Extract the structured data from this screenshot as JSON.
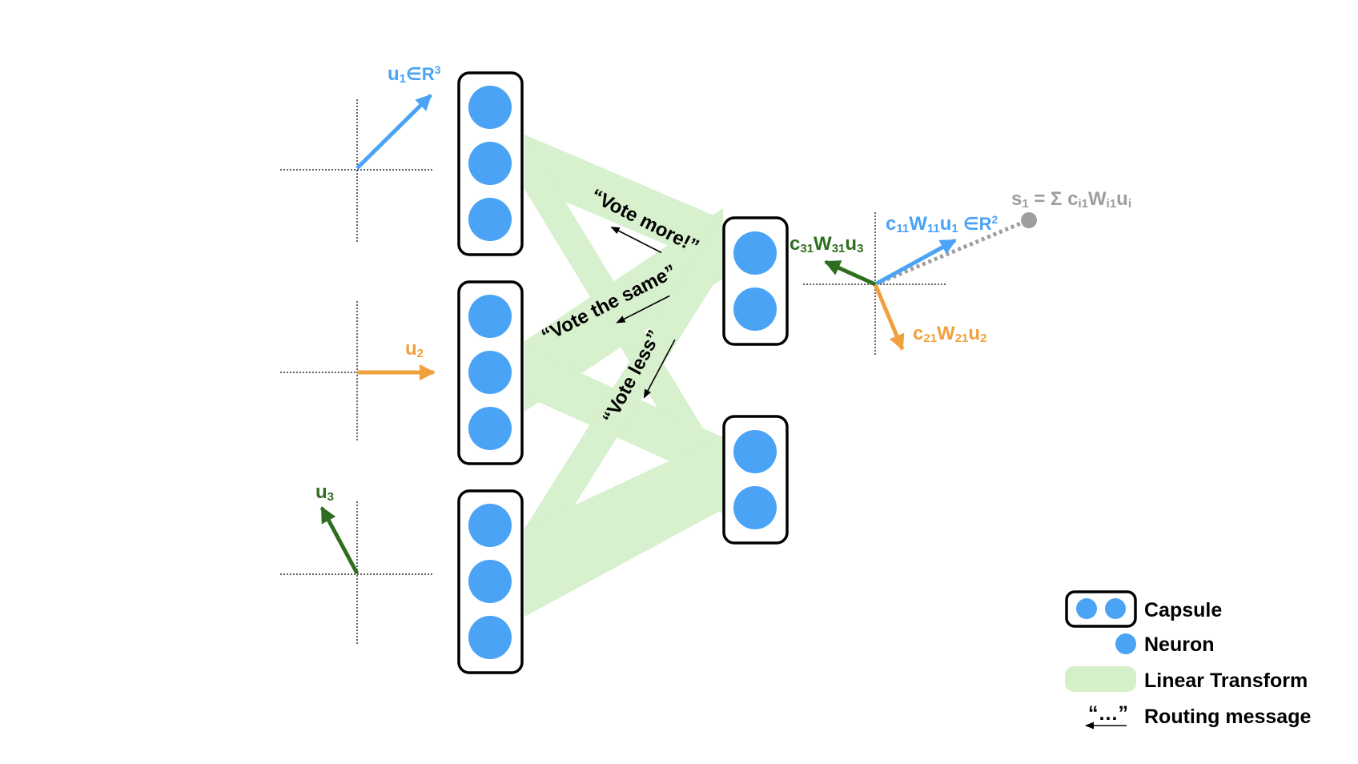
{
  "colors": {
    "neuron": "#4aa3f5",
    "transform": "#b7e4a6",
    "u1": "#4aa3f5",
    "u2": "#f0a03c",
    "u3": "#2f6e1f",
    "s1": "#9e9e9e",
    "capsule_border": "#000000"
  },
  "inputs": {
    "u1": {
      "name": "u",
      "sub": "1",
      "tail": "∈R",
      "sup": "3"
    },
    "u2": {
      "name": "u",
      "sub": "2"
    },
    "u3": {
      "name": "u",
      "sub": "3"
    }
  },
  "output": {
    "c11": {
      "c": "c",
      "c_sub": "11",
      "w": "W",
      "w_sub": "11",
      "u": "u",
      "u_sub": "1",
      "tail": " ∈R",
      "sup": "2"
    },
    "c21": {
      "c": "c",
      "c_sub": "21",
      "w": "W",
      "w_sub": "21",
      "u": "u",
      "u_sub": "2"
    },
    "c31": {
      "c": "c",
      "c_sub": "31",
      "w": "W",
      "w_sub": "31",
      "u": "u",
      "u_sub": "3"
    },
    "s1": {
      "s": "s",
      "s_sub": "1",
      "eq": " = Σ c",
      "c_sub": "i1",
      "w": "W",
      "w_sub": "i1",
      "u": "u",
      "u_sub": "i"
    }
  },
  "messages": {
    "more": "“Vote more!”",
    "same": "“Vote the same”",
    "less": "“Vote less”"
  },
  "legend": {
    "capsule": "Capsule",
    "neuron": "Neuron",
    "transform": "Linear Transform",
    "routing_symbol": "“…”",
    "routing": "Routing message"
  }
}
